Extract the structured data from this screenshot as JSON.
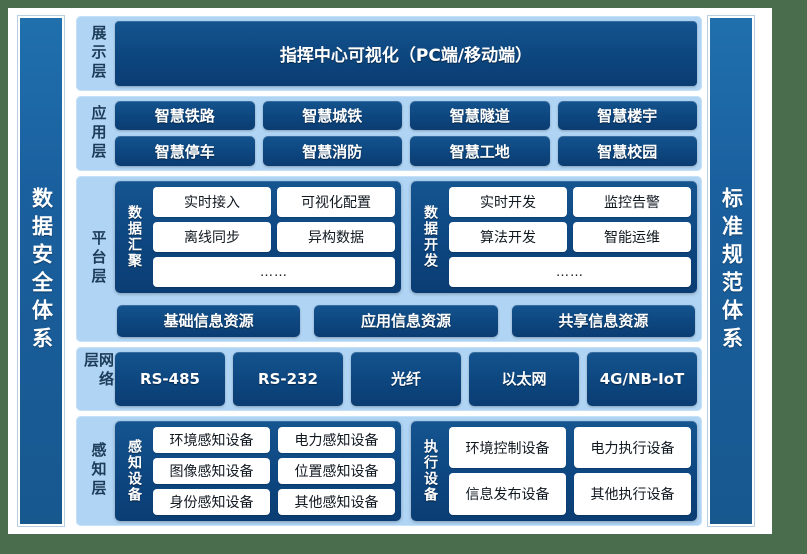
{
  "colors": {
    "page_background": "#4a6e4d",
    "canvas": "#ffffff",
    "rail": "#1a5f9e",
    "band": "#b0d4f4",
    "navy_box": "#0d467f",
    "white_box": "#ffffff",
    "label_text": "#1c3c59"
  },
  "rails": {
    "left": "数据安全体系",
    "right": "标准规范体系"
  },
  "layers": {
    "display": {
      "label": "展示层",
      "box": "指挥中心可视化（PC端/移动端）"
    },
    "application": {
      "label": "应用层",
      "row1": [
        "智慧铁路",
        "智慧城铁",
        "智慧隧道",
        "智慧楼宇"
      ],
      "row2": [
        "智慧停车",
        "智慧消防",
        "智慧工地",
        "智慧校园"
      ]
    },
    "platform": {
      "label": "平台层",
      "group_left": {
        "label": "数据汇聚",
        "row1": [
          "实时接入",
          "可视化配置"
        ],
        "row2": [
          "离线同步",
          "异构数据"
        ],
        "row3": "……"
      },
      "group_right": {
        "label": "数据开发",
        "row1": [
          "实时开发",
          "监控告警"
        ],
        "row2": [
          "算法开发",
          "智能运维"
        ],
        "row3": "……"
      },
      "resources": [
        "基础信息资源",
        "应用信息资源",
        "共享信息资源"
      ]
    },
    "network": {
      "label": "网络层",
      "items": [
        "RS-485",
        "RS-232",
        "光纤",
        "以太网",
        "4G/NB-IoT"
      ]
    },
    "sensing": {
      "label": "感知层",
      "group_left": {
        "label": "感知设备",
        "row1": [
          "环境感知设备",
          "电力感知设备"
        ],
        "row2": [
          "图像感知设备",
          "位置感知设备"
        ],
        "row3": [
          "身份感知设备",
          "其他感知设备"
        ]
      },
      "group_right": {
        "label": "执行设备",
        "row1": [
          "环境控制设备",
          "电力执行设备"
        ],
        "row2": [
          "信息发布设备",
          "其他执行设备"
        ]
      }
    }
  }
}
